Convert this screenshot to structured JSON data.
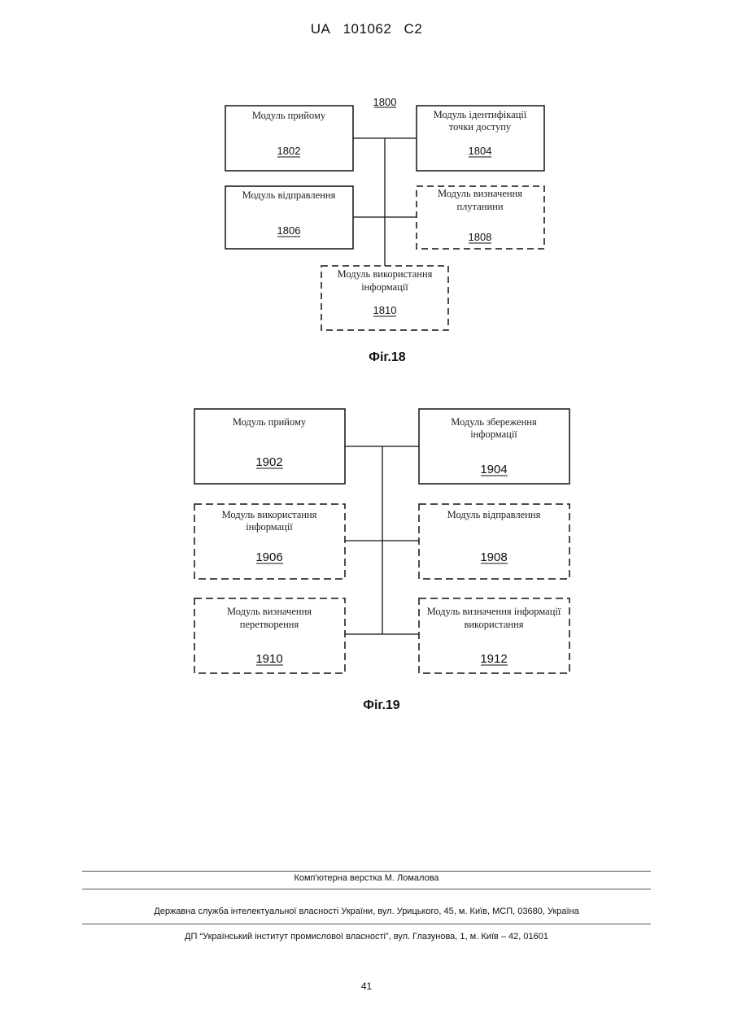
{
  "header": {
    "country": "UA",
    "number": "101062",
    "kind": "C2"
  },
  "fig18": {
    "ref": "1800",
    "caption": "Фіг.18",
    "boxes": [
      {
        "id": "1802",
        "lines": [
          "Модуль прийому"
        ],
        "style": "solid"
      },
      {
        "id": "1804",
        "lines": [
          "Модуль ідентифікації",
          "точки доступу"
        ],
        "style": "solid"
      },
      {
        "id": "1806",
        "lines": [
          "Модуль відправлення"
        ],
        "style": "solid"
      },
      {
        "id": "1808",
        "lines": [
          "Модуль визначення",
          "плутанини"
        ],
        "style": "dashed"
      },
      {
        "id": "1810",
        "lines": [
          "Модуль використання",
          "інформації"
        ],
        "style": "dashed"
      }
    ]
  },
  "fig19": {
    "caption": "Фіг.19",
    "boxes": [
      {
        "id": "1902",
        "lines": [
          "Модуль прийому"
        ],
        "style": "solid"
      },
      {
        "id": "1904",
        "lines": [
          "Модуль збереження",
          "інформації"
        ],
        "style": "solid"
      },
      {
        "id": "1906",
        "lines": [
          "Модуль використання",
          "інформації"
        ],
        "style": "dashed"
      },
      {
        "id": "1908",
        "lines": [
          "Модуль відправлення"
        ],
        "style": "dashed"
      },
      {
        "id": "1910",
        "lines": [
          "Модуль визначення",
          "перетворення"
        ],
        "style": "dashed"
      },
      {
        "id": "1912",
        "lines": [
          "Модуль визначення інформації",
          "використання"
        ],
        "style": "dashed"
      }
    ]
  },
  "footer": {
    "layout": "Комп'ютерна верстка М. Ломалова",
    "service": "Державна служба інтелектуальної власності України, вул. Урицького, 45, м. Київ, МСП, 03680, Україна",
    "institute": "ДП “Український інститут промислової власності”, вул. Глазунова, 1, м. Київ – 42, 01601"
  },
  "page_number": "41"
}
